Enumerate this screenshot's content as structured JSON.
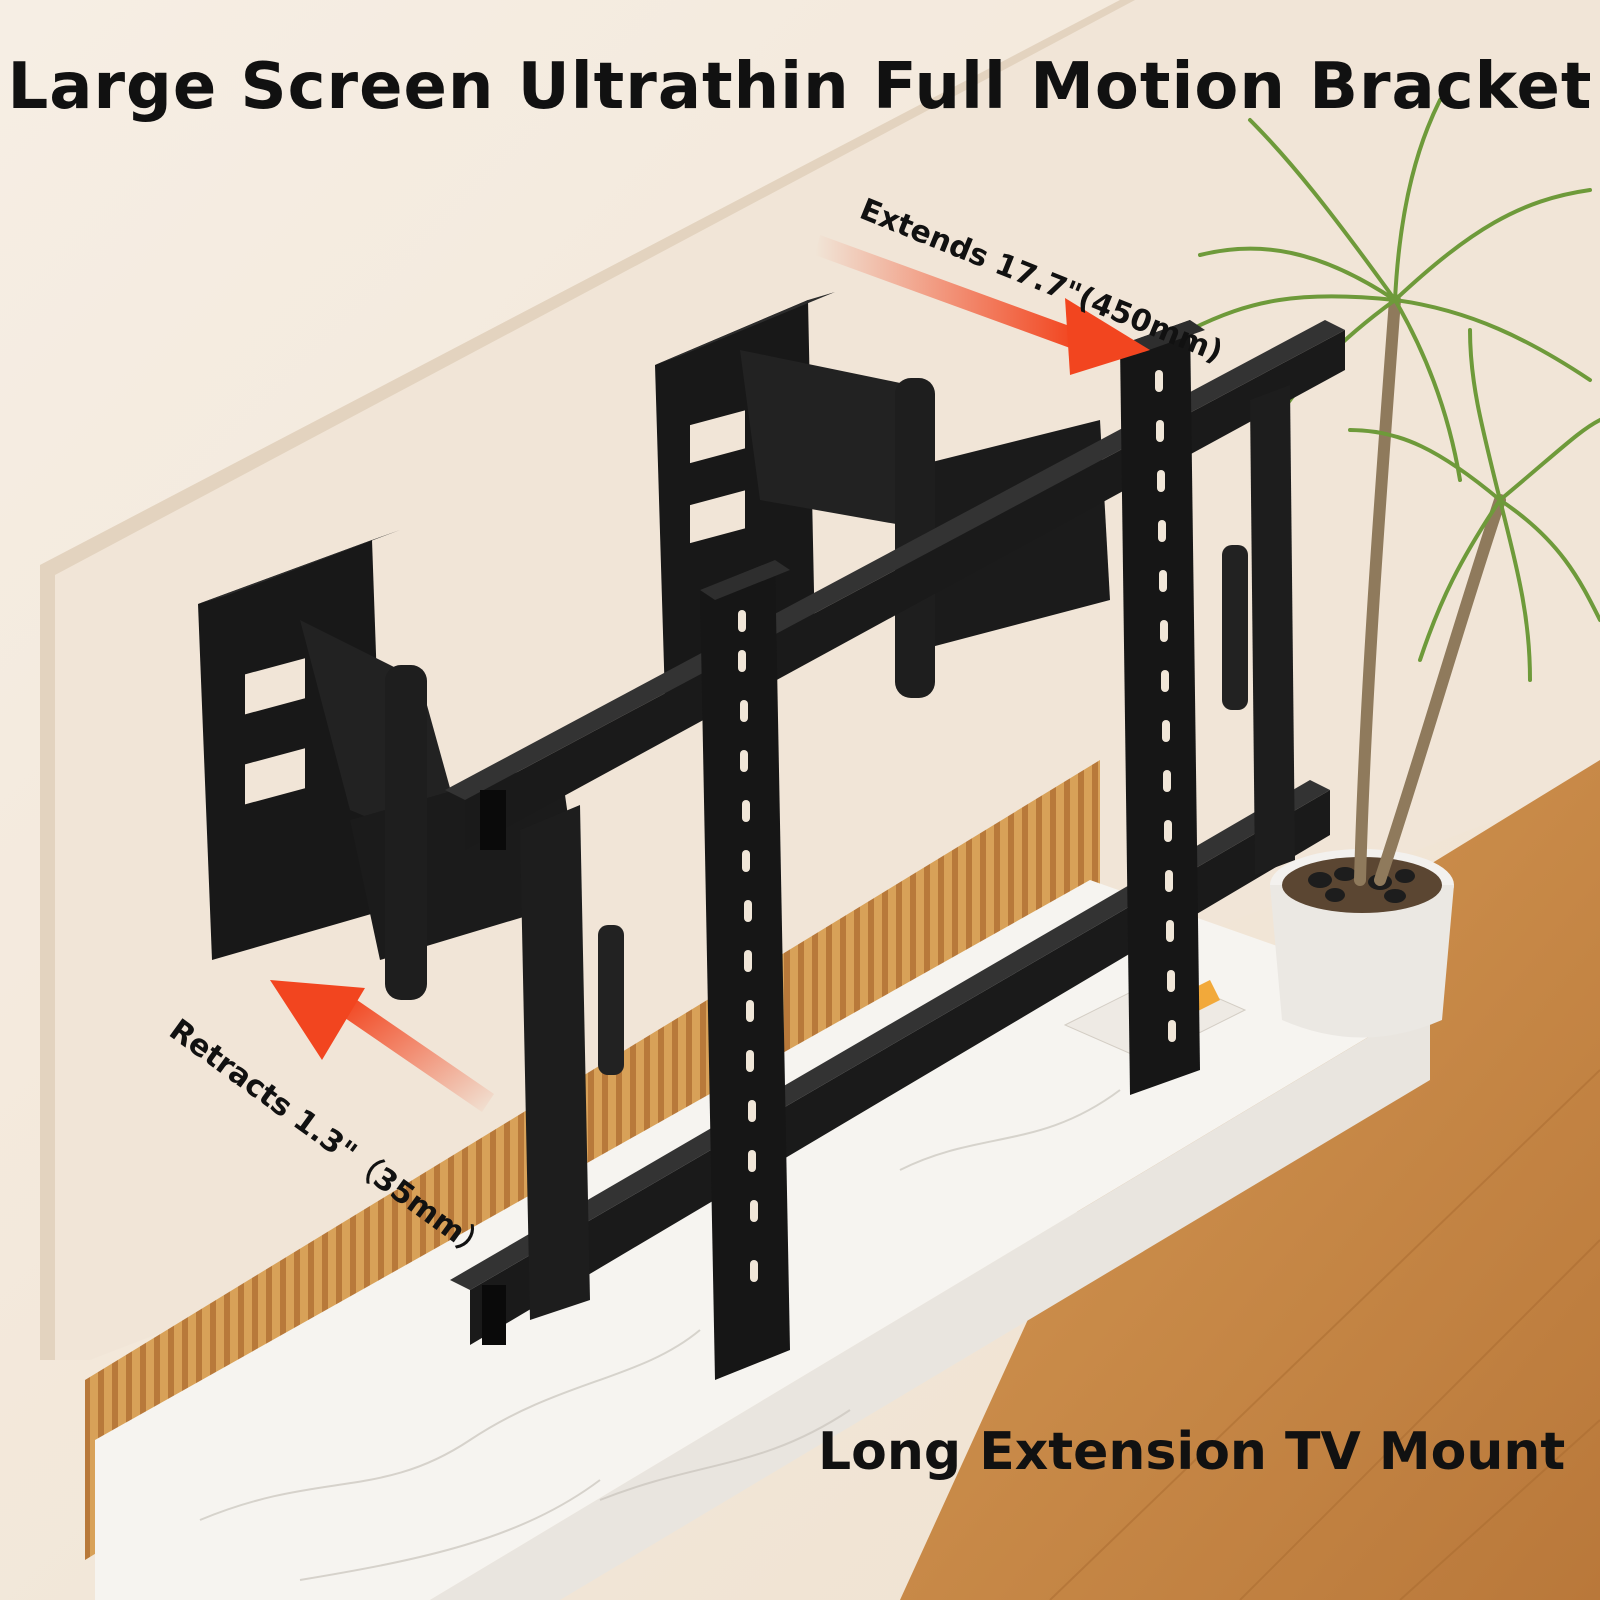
{
  "headline": "Large Screen Ultrathin Full Motion Bracket",
  "extends_callout": "Extends 17.7\"(450mm)",
  "retracts_callout": "Retracts 1.3\"（35mm）",
  "footer_caption": "Long Extension TV Mount",
  "colors": {
    "arrow": "#f2451f",
    "bracket": "#151515",
    "wall": "#f3e9dc",
    "wood_floor": "#c88a45",
    "slat_panel": "#d39a4e",
    "marble": "#f5f3ef"
  }
}
